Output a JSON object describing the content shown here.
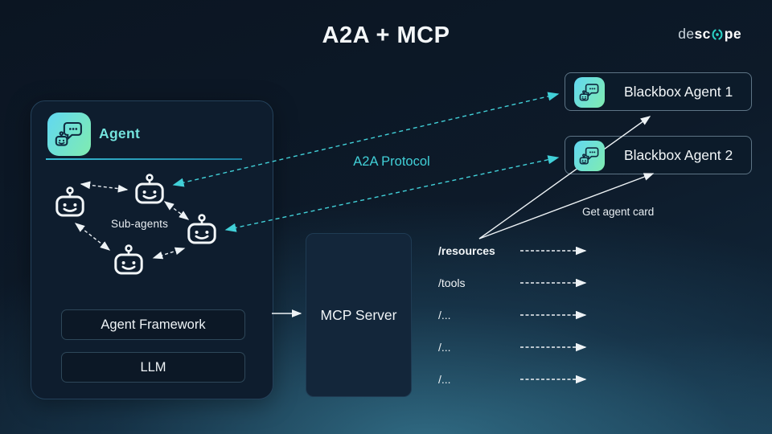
{
  "slide": {
    "title": "A2A + MCP"
  },
  "logo": {
    "part1": "de",
    "part2": "sc",
    "part3": "pe"
  },
  "agent": {
    "title": "Agent",
    "sub_agents_label": "Sub-agents",
    "boxes": [
      {
        "label": "Agent Framework"
      },
      {
        "label": "LLM"
      }
    ]
  },
  "mcp": {
    "label": "MCP Server"
  },
  "blackbox_agents": [
    {
      "label": "Blackbox Agent 1"
    },
    {
      "label": "Blackbox Agent 2"
    }
  ],
  "annotations": {
    "a2a_protocol": "A2A Protocol",
    "get_agent_card": "Get agent card"
  },
  "mcp_endpoints": [
    {
      "label": "/resources"
    },
    {
      "label": "/tools"
    },
    {
      "label": "/..."
    },
    {
      "label": "/..."
    },
    {
      "label": "/..."
    }
  ],
  "colors": {
    "accent_teal": "#41d0d8",
    "icon_gradient_start": "#64d9ec",
    "icon_gradient_end": "#7deab5",
    "background_dark": "#0b1522",
    "background_glow": "#387c96",
    "panel_fill": "#0e1d2e",
    "text_light": "#f2f6f8",
    "agent_title_teal": "#74e4de"
  }
}
